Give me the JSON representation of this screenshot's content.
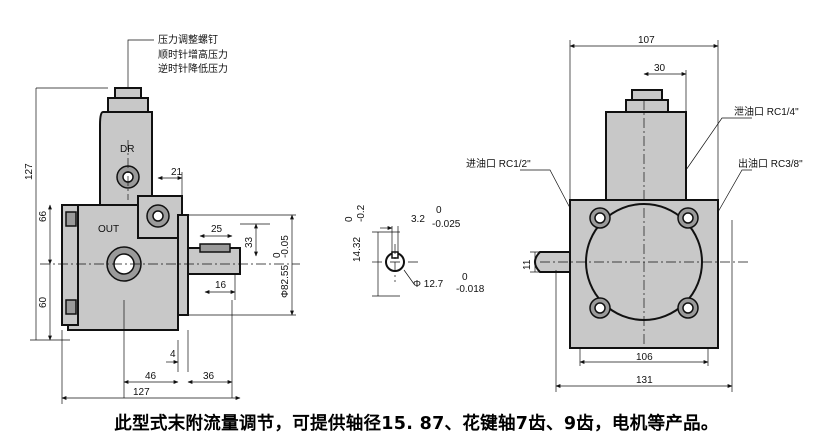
{
  "side_view": {
    "adjust_screw_label": "压力调整螺钉",
    "cw_label": "顺时针增高压力",
    "ccw_label": "逆时针降低压力",
    "port_dr": "DR",
    "port_out": "OUT",
    "dims": {
      "h127": "127",
      "h66": "66",
      "h60": "60",
      "w21": "21",
      "w25": "25",
      "h33": "33",
      "w16": "16",
      "dia": "Φ82.55",
      "dia_tol_top": "0",
      "dia_tol_bot": "-0.05",
      "w4": "4",
      "w46": "46",
      "w36": "36",
      "w127": "127"
    }
  },
  "shaft_detail": {
    "h14": "14.32",
    "h14_tol_top": "0",
    "h14_tol_bot": "-0.2",
    "key": "3.2",
    "key_tol_top": "0",
    "key_tol_bot": "-0.025",
    "dia": "Φ 12.7",
    "dia_tol_top": "0",
    "dia_tol_bot": "-0.018"
  },
  "front_view": {
    "drain_label": "泄油口 RC1/4\"",
    "inlet_label": "进油口 RC1/2\"",
    "outlet_label": "出油口 RC3/8\"",
    "dims": {
      "w107": "107",
      "w30": "30",
      "h11": "11",
      "w106": "106",
      "w131": "131"
    }
  },
  "caption": "此型式末附流量调节，可提供轴径15. 87、花键轴7齿、9齿，电机等产品。"
}
